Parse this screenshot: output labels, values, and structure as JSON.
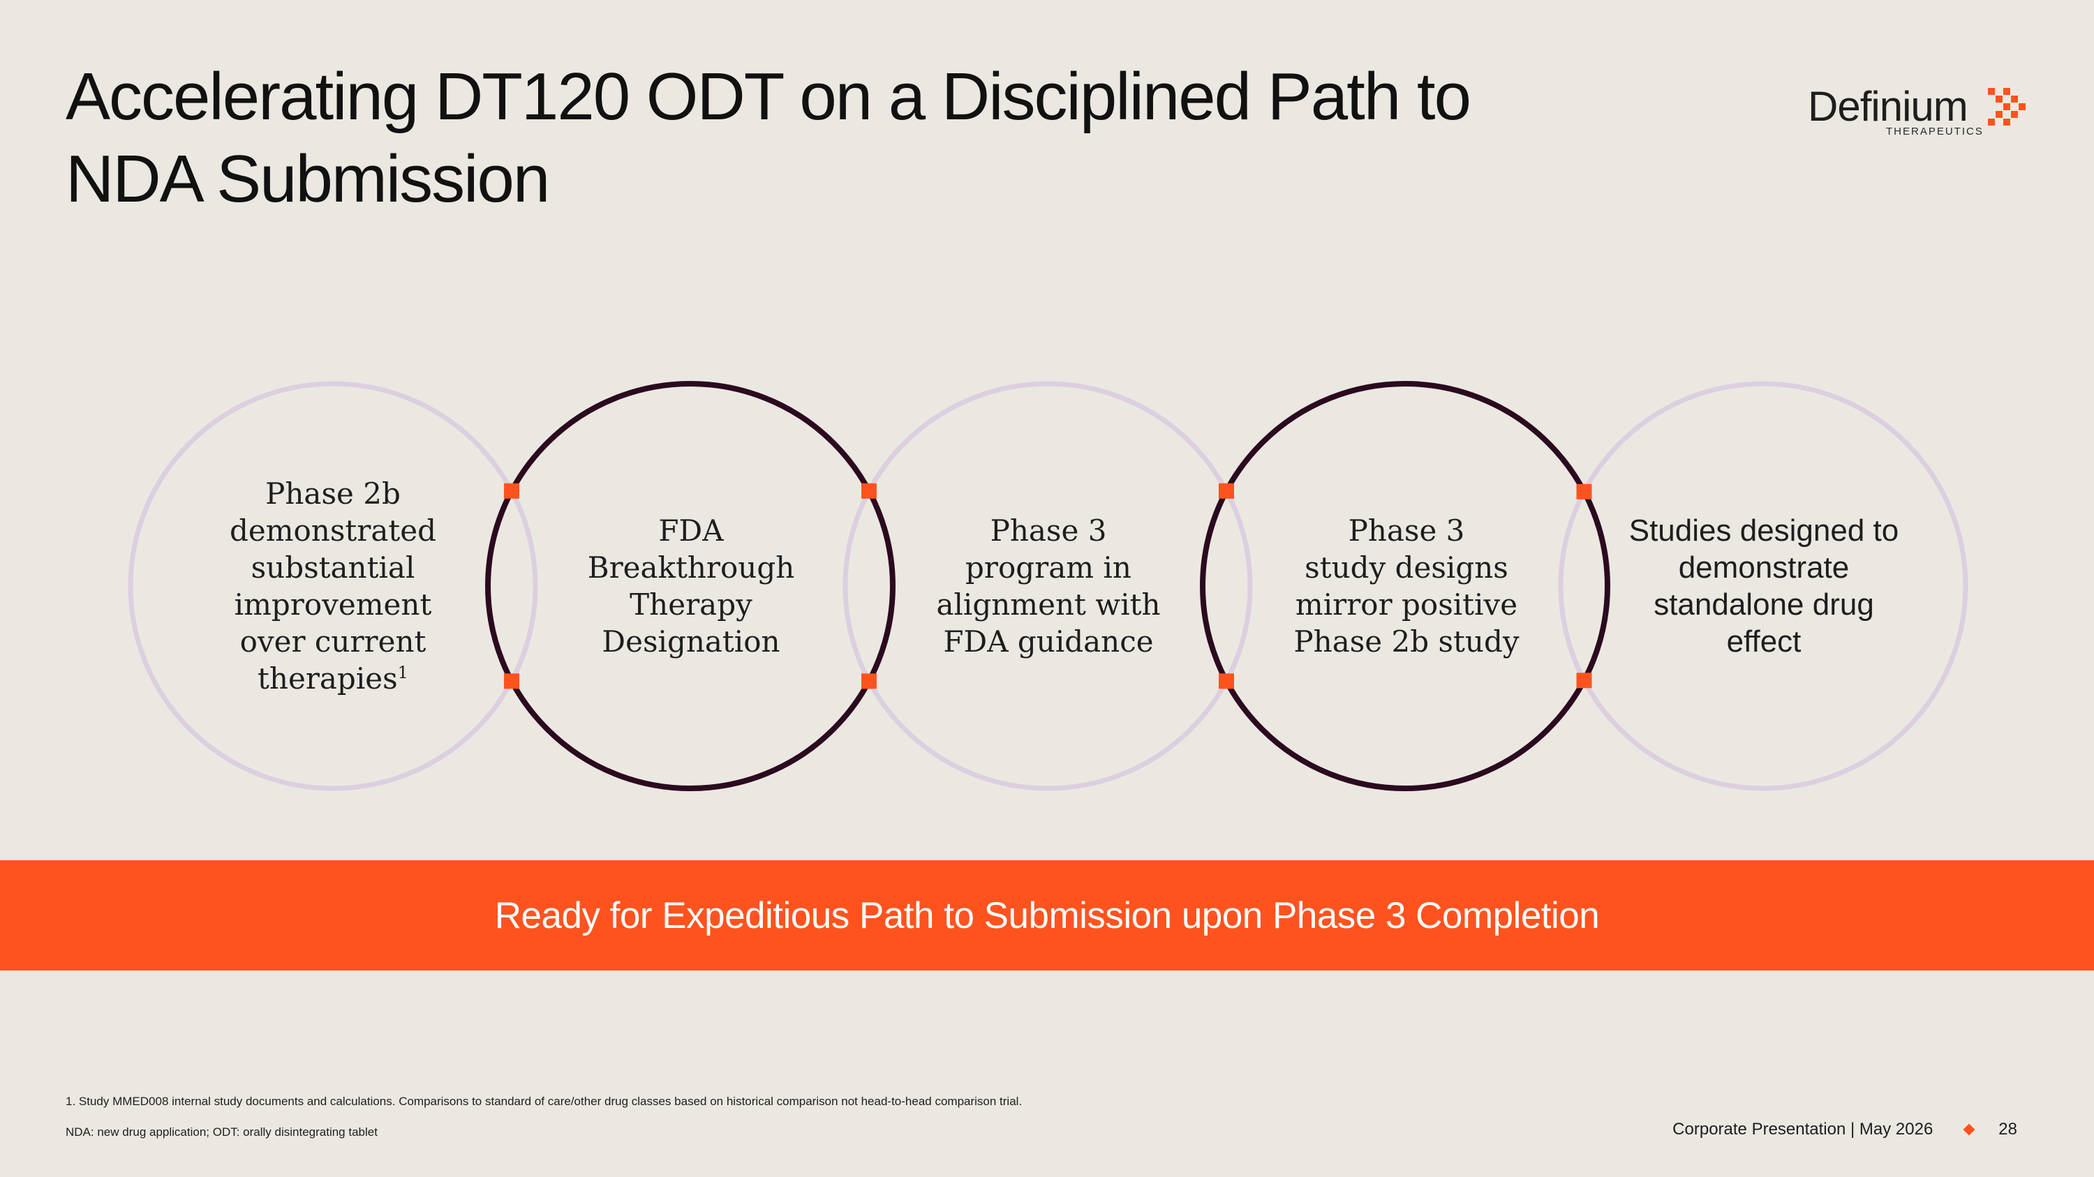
{
  "title": {
    "line1": "Accelerating DT120 ODT on a Disciplined Path to",
    "line2": "NDA Submission"
  },
  "logo": {
    "name": "Definium",
    "subtitle": "THERAPEUTICS",
    "accent_color": "#ff531f"
  },
  "steps": [
    {
      "lines": [
        "Phase 2b",
        "demonstrated",
        "substantial",
        "improvement",
        "over current",
        "therapies"
      ],
      "superscript": "1",
      "ring_style": "light"
    },
    {
      "lines": [
        "FDA",
        "Breakthrough",
        "Therapy",
        "Designation"
      ],
      "ring_style": "dark"
    },
    {
      "lines": [
        "Phase 3",
        "program in",
        "alignment with",
        "FDA guidance"
      ],
      "ring_style": "light"
    },
    {
      "lines": [
        "Phase 3",
        "study designs",
        "mirror positive",
        "Phase 2b study"
      ],
      "ring_style": "dark"
    },
    {
      "lines": [
        "Studies designed to",
        "demonstrate",
        "standalone drug effect"
      ],
      "ring_style": "light"
    }
  ],
  "colors": {
    "background": "#ebe8e2",
    "ring_light": "#dccfe0",
    "ring_dark": "#2b0a1f",
    "node": "#ff531f",
    "banner": "#ff531f"
  },
  "banner": {
    "text": "Ready for Expeditious Path to Submission upon Phase 3 Completion"
  },
  "footnotes": {
    "note1": "1.  Study MMED008 internal study documents and calculations. Comparisons to standard of care/other drug classes based on historical comparison not head-to-head comparison trial.",
    "abbreviations": "NDA: new drug application; ODT: orally disintegrating tablet"
  },
  "footer": {
    "label": "Corporate Presentation | May 2026",
    "page_number": "28"
  }
}
